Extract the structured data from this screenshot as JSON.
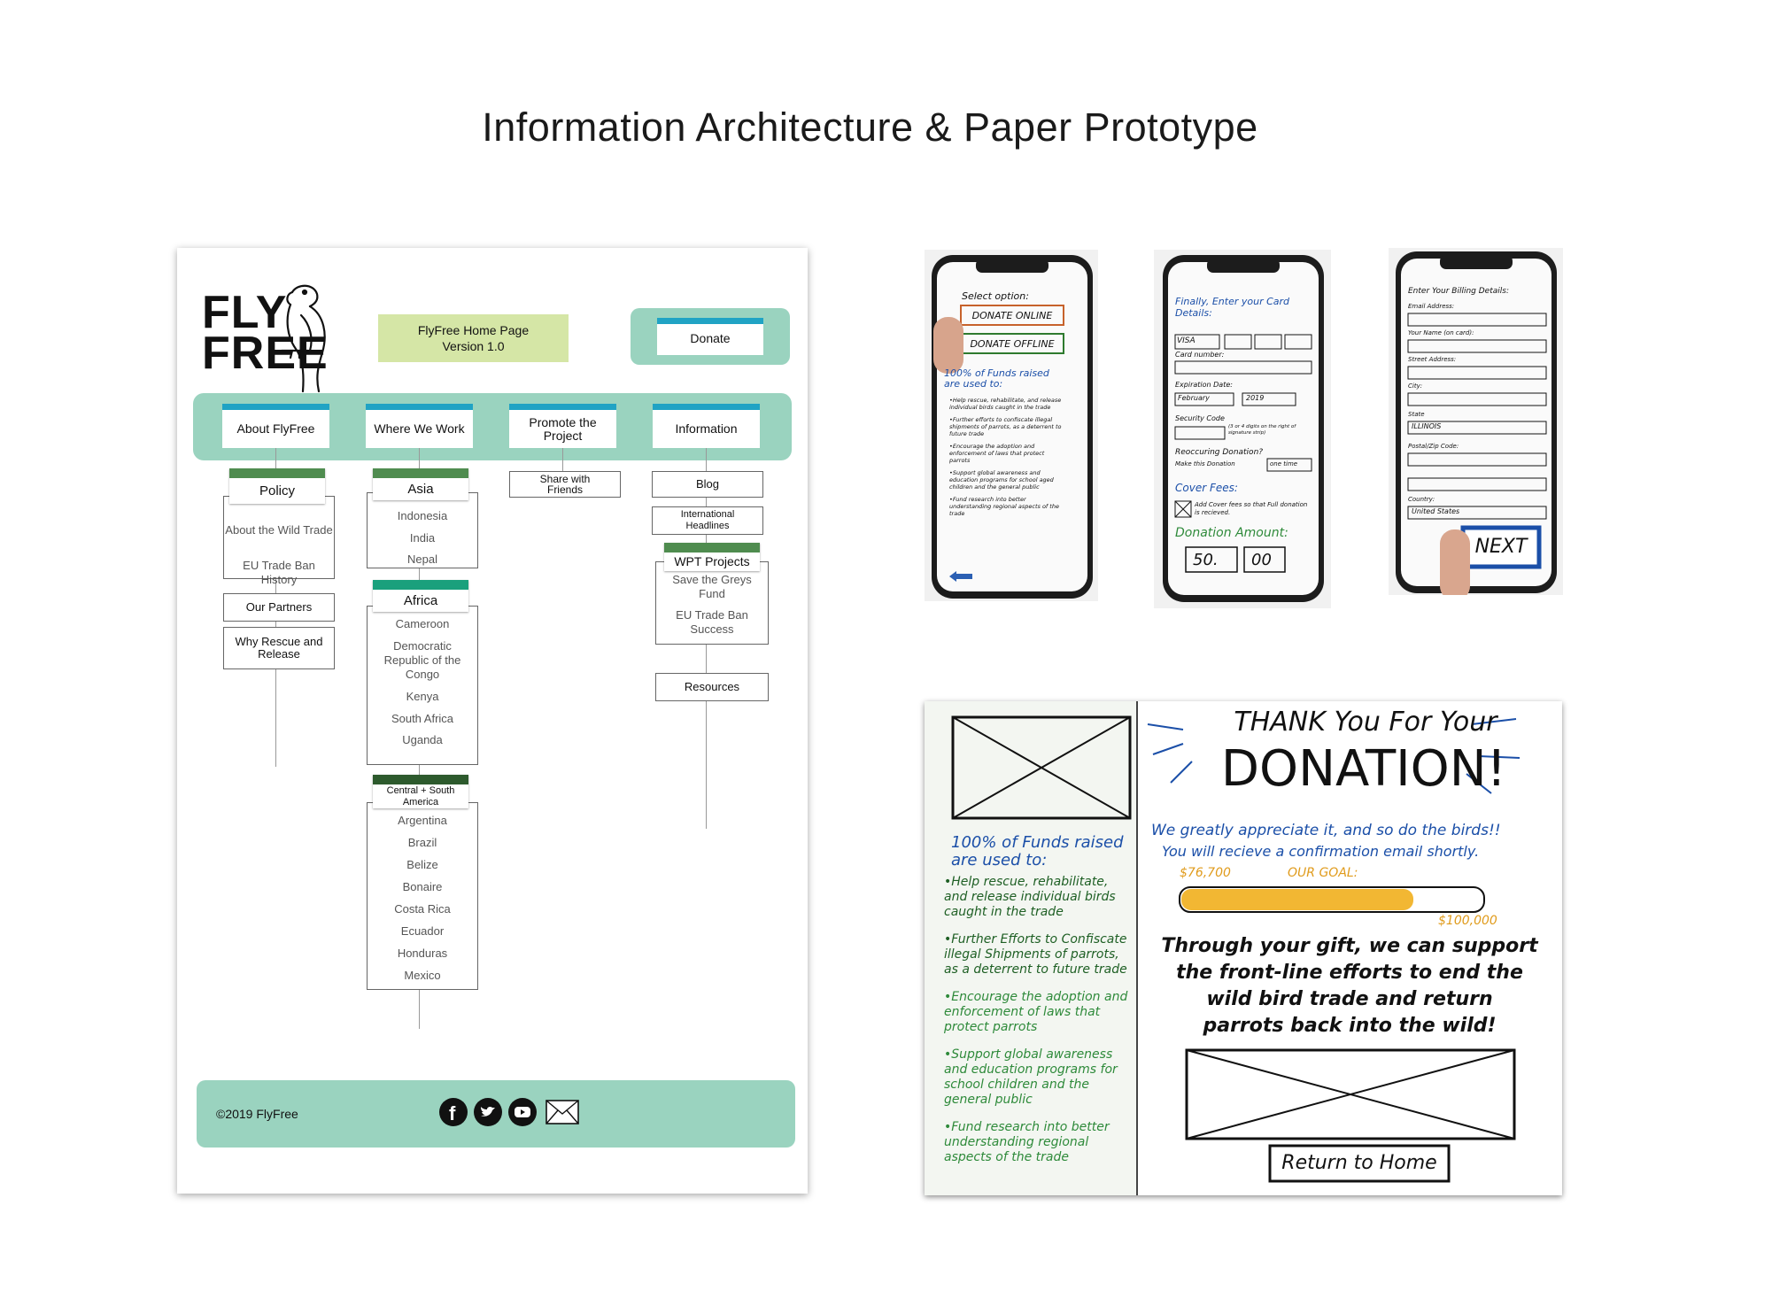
{
  "page_title": "Information Architecture & Paper Prototype",
  "brand": {
    "line1": "FLY",
    "line2": "FREE"
  },
  "home_label": {
    "line1": "FlyFree Home Page",
    "line2": "Version 1.0"
  },
  "donate_label": "Donate",
  "nav": [
    {
      "label": "About FlyFree"
    },
    {
      "label": "Where We Work"
    },
    {
      "label": "Promote the Project"
    },
    {
      "label": "Information"
    }
  ],
  "about": {
    "policy": "Policy",
    "policy_items": [
      "About the Wild Trade",
      "EU Trade Ban History"
    ],
    "partners": "Our Partners",
    "rescue": "Why Rescue and Release"
  },
  "where": {
    "asia": "Asia",
    "asia_items": [
      "Indonesia",
      "India",
      "Nepal"
    ],
    "africa": "Africa",
    "africa_items": [
      "Cameroon",
      "Democratic Republic of the Congo",
      "Kenya",
      "South Africa",
      "Uganda"
    ],
    "csa": "Central + South America",
    "csa_items": [
      "Argentina",
      "Brazil",
      "Belize",
      "Bonaire",
      "Costa Rica",
      "Ecuador",
      "Honduras",
      "Mexico"
    ]
  },
  "promote": {
    "share": "Share with Friends"
  },
  "info": {
    "blog": "Blog",
    "headlines": "International Headlines",
    "wpt": "WPT Projects",
    "wpt_items": [
      "Save the Greys Fund",
      "EU Trade Ban Success"
    ],
    "resources": "Resources"
  },
  "footer": {
    "copyright": "©2019 FlyFree"
  },
  "colors": {
    "mint": "#9ad3bf",
    "teal": "#20a3c4",
    "green": "#4f8c4f",
    "lime": "#d5e6a6"
  },
  "phone1": {
    "heading": "Select option:",
    "btn_online": "DONATE ONLINE",
    "btn_offline": "DONATE OFFLINE",
    "funds": "100% of Funds raised are used to:",
    "bullets": [
      "•Help rescue, rehabilitate, and release individual birds caught in the trade",
      "•Further efforts to confiscate illegal shipments of parrots, as a deterrent to future trade",
      "•Encourage the adoption and enforcement of laws that protect parrots",
      "•Support global awareness and education programs for school aged children and the general public",
      "•Fund research into better understanding regional aspects of the trade"
    ]
  },
  "phone2": {
    "heading": "Finally, Enter your Card Details:",
    "card_number": "Card number:",
    "exp": "Expiration Date:",
    "month": "February",
    "year": "2019",
    "security": "Security Code",
    "security_note": "(3 or 4 digits on the right of signature strip)",
    "recurring": "Reoccuring Donation?",
    "make": "Make this Donation",
    "freq": "one time",
    "cover": "Cover Fees:",
    "cover_note": "Add Cover fees so that Full donation is recieved.",
    "amount_label": "Donation Amount:",
    "amount_dollars": "50.",
    "amount_cents": "00"
  },
  "phone3": {
    "heading": "Enter Your Billing Details:",
    "fields": [
      "Email Address:",
      "Your Name (on card):",
      "Street Address:",
      "City:",
      "State",
      "Postal/Zip Code:",
      "Country:"
    ],
    "state_val": "ILLINOIS",
    "country_val": "United States",
    "next": "NEXT"
  },
  "thanks": {
    "line1": "THANK You For Your",
    "line2": "DONATION!",
    "appreciate": "We greatly appreciate it, and so do the birds!!",
    "confirm": "You will recieve a confirmation email shortly.",
    "raised": "$76,700",
    "goal_label": "OUR GOAL:",
    "goal": "$100,000",
    "goal_fraction": 0.77,
    "gift": [
      "Through your gift, we can support",
      "the front-line efforts to end the",
      "wild bird trade and return",
      "parrots back into the wild!"
    ],
    "return": "Return to Home",
    "funds": "100% of Funds raised are used to:",
    "bullets": [
      "•Help rescue, rehabilitate, and release individual birds caught in the trade",
      "•Further Efforts to Confiscate illegal Shipments of parrots, as a deterrent to future trade",
      "•Encourage the adoption and enforcement of laws that protect parrots",
      "•Support global awareness and education programs for school children and the general public",
      "•Fund research into better understanding regional aspects of the trade"
    ]
  }
}
